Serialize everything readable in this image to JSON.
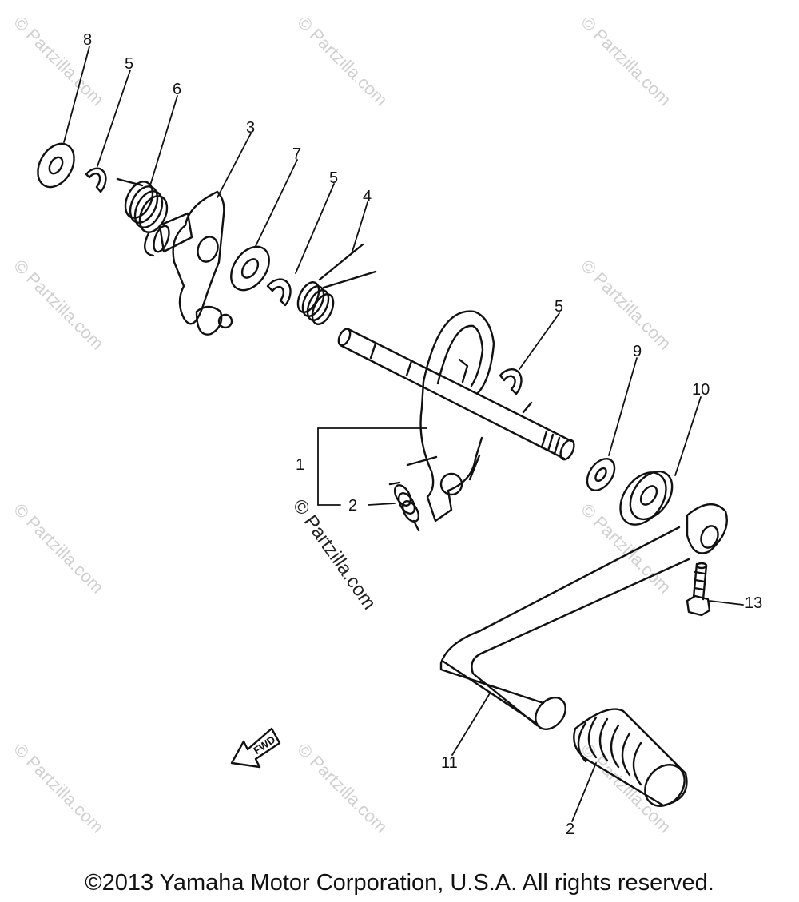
{
  "watermark": "© Partzilla.com",
  "watermark_main": "© Partzilla.com",
  "fwd_label": "FWD",
  "callouts": [
    "8",
    "5",
    "6",
    "3",
    "7",
    "5",
    "4",
    "5",
    "9",
    "10",
    "1",
    "2",
    "13",
    "11",
    "2"
  ],
  "copyright": "©2013 Yamaha Motor Corporation, U.S.A. All rights reserved."
}
